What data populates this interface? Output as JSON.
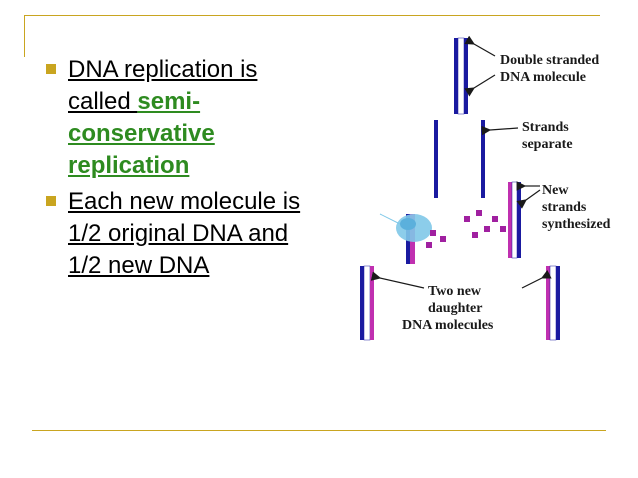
{
  "colors": {
    "accent_rule": "#c9a520",
    "highlight_text": "#2e8b20",
    "parent_strand": "#1a1aa0",
    "new_strand": "#c030b0",
    "enzyme": "#7fc8e8",
    "nucleotide": "#a020a0"
  },
  "bullets": [
    {
      "text_before": "DNA replication is called ",
      "highlight": "semi-conservative replication "
    },
    {
      "text": "Each new molecule is 1/2 original DNA and 1/2 new DNA"
    }
  ],
  "diagram": {
    "labels": {
      "double_stranded": [
        "Double stranded",
        "DNA molecule"
      ],
      "strands_separate": [
        "Strands",
        "separate"
      ],
      "new_strands": [
        "New",
        "strands",
        "synthesized"
      ],
      "two_new": [
        "Two new",
        "daughter",
        "DNA molecules"
      ]
    }
  }
}
